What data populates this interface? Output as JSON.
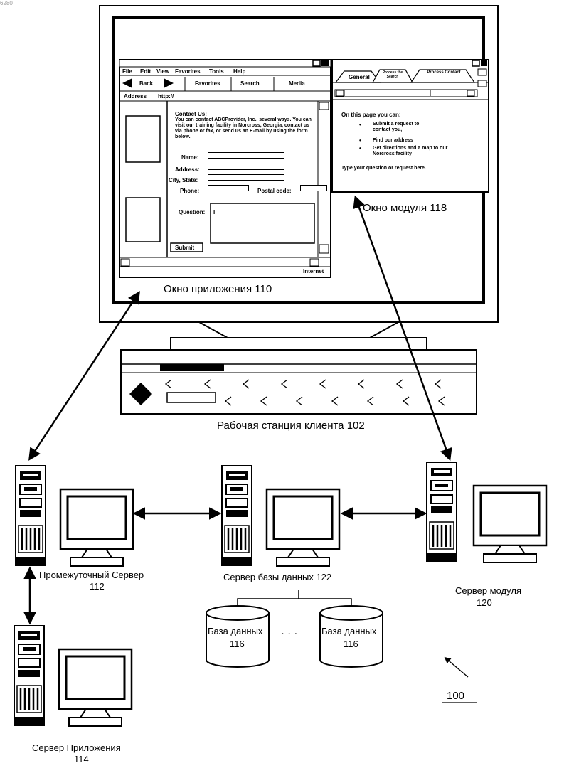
{
  "corner_id": "6280",
  "app_window": {
    "menu": [
      "File",
      "Edit",
      "View",
      "Favorites",
      "Tools",
      "Help"
    ],
    "toolbar": {
      "back": "Back",
      "favorites": "Favorites",
      "search": "Search",
      "media": "Media"
    },
    "address_label": "Address",
    "address_value": "http://",
    "contact_title": "Contact Us:",
    "contact_text": "You can contact ABCProvider, Inc., several ways. You can visit our training facility in Norcross, Georgia, contact us via phone or fax, or send us an E-mail by using the form below.",
    "fields": {
      "name": "Name:",
      "address": "Address:",
      "city": "City, State:",
      "phone": "Phone:",
      "postal": "Postal code:",
      "question": "Question:"
    },
    "question_value": "I",
    "submit": "Submit",
    "status": "Internet"
  },
  "module_window": {
    "tabs": [
      "General",
      "Process the Search",
      "Process Contact"
    ],
    "intro": "On this page you can:",
    "bullets": [
      "Submit a request to contact you,",
      "Find our address",
      "Get directions and a map to our Norcross facility"
    ],
    "prompt": "Type your question or request here."
  },
  "labels": {
    "module_window": "Окно модуля 118",
    "app_window": "Окно приложения 110",
    "workstation": "Рабочая станция клиента 102",
    "middle_server": "Промежуточный Сервер",
    "middle_server_num": "112",
    "db_server": "Сервер базы данных  122",
    "module_server": "Сервер модуля",
    "module_server_num": "120",
    "app_server": "Сервер Приложения",
    "app_server_num": "114",
    "db_left": "База данных",
    "db_left_num": "116",
    "db_right": "База данных",
    "db_right_num": "116",
    "ellipsis": "· · ·",
    "system_ref": "100"
  }
}
